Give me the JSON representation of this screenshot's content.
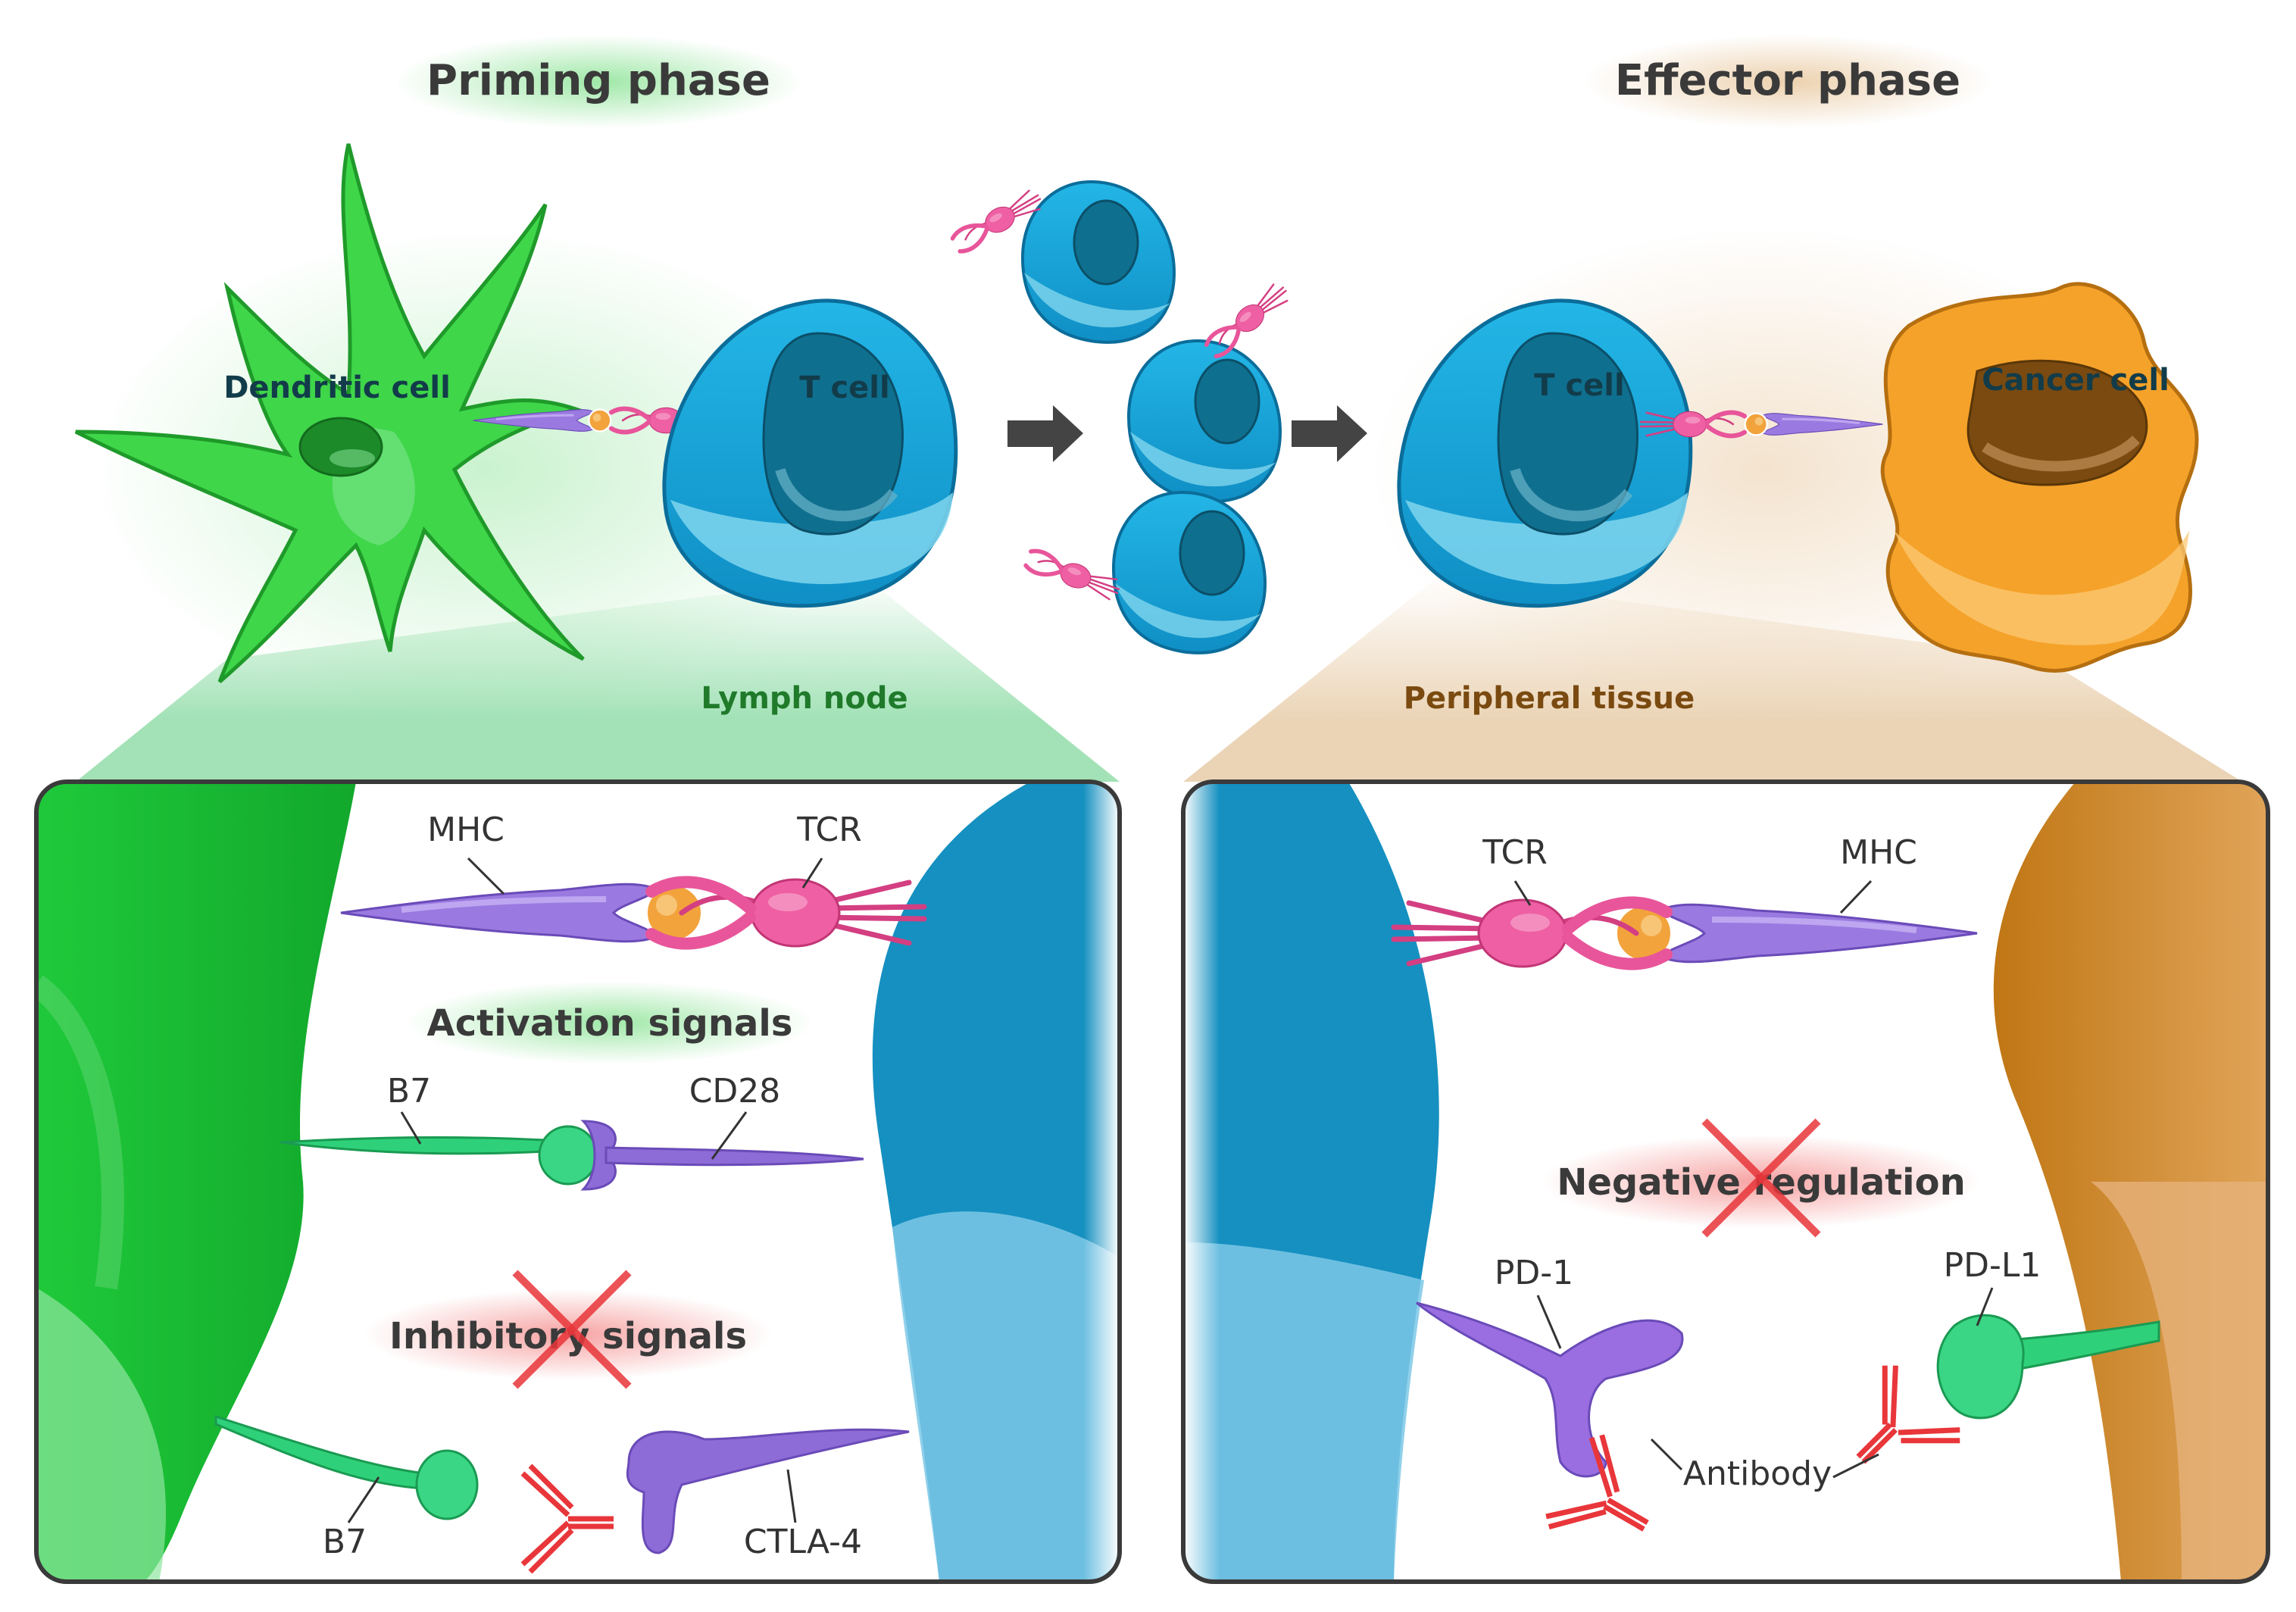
{
  "phases": {
    "priming": "Priming phase",
    "effector": "Effector phase"
  },
  "cells": {
    "dendritic": "Dendritic cell",
    "t_cell_left": "T cell",
    "t_cell_right": "T cell",
    "cancer": "Cancer cell"
  },
  "locations": {
    "lymph_node": "Lymph node",
    "peripheral": "Peripheral tissue"
  },
  "left_panel": {
    "mhc": "MHC",
    "tcr": "TCR",
    "activation": "Activation signals",
    "b7_top": "B7",
    "cd28": "CD28",
    "inhibitory": "Inhibitory signals",
    "b7_bottom": "B7",
    "ctla4": "CTLA-4"
  },
  "right_panel": {
    "tcr": "TCR",
    "mhc": "MHC",
    "negative": "Negative regulation",
    "pd1": "PD-1",
    "pdl1": "PD-L1",
    "antibody": "Antibody"
  },
  "colors": {
    "dendritic": "#2ecc2e",
    "tcell": "#1aaee0",
    "cancer": "#f39c1f",
    "mhc": "#8e6cd8",
    "tcr": "#e8559a",
    "antibody": "#e8363a",
    "lymph_text": "#1f7a2a",
    "peripheral_text": "#7a4a10"
  }
}
